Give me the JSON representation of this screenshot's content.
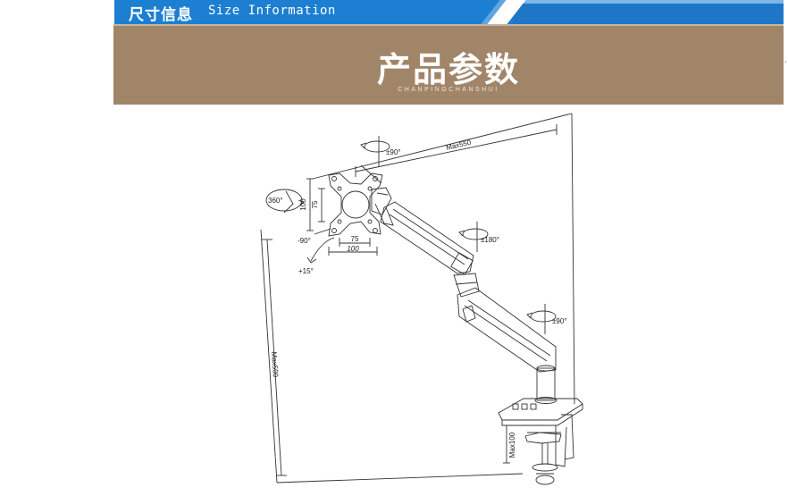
{
  "header": {
    "title_cn": "尺寸信息",
    "title_en": "Size Information"
  },
  "banner": {
    "title": "产品参数",
    "subtitle": "CHANPINGCHANSHUI"
  },
  "edge_mark": "ˎ",
  "diagram": {
    "labels": {
      "max_reach": "Max550",
      "max_height": "Max500",
      "max_clamp": "Max100",
      "rot_360": "360°",
      "tilt_minus": "-90°",
      "tilt_plus": "+15°",
      "swivel_top": "±90°",
      "swivel_mid": "±180°",
      "swivel_base": "±90°",
      "vesa_v_100": "100",
      "vesa_v_75": "75",
      "vesa_h_75": "75",
      "vesa_h_100": "100"
    }
  },
  "colors": {
    "title_bar": "#1c7fd1",
    "banner": "#a18569",
    "line": "#333333"
  }
}
